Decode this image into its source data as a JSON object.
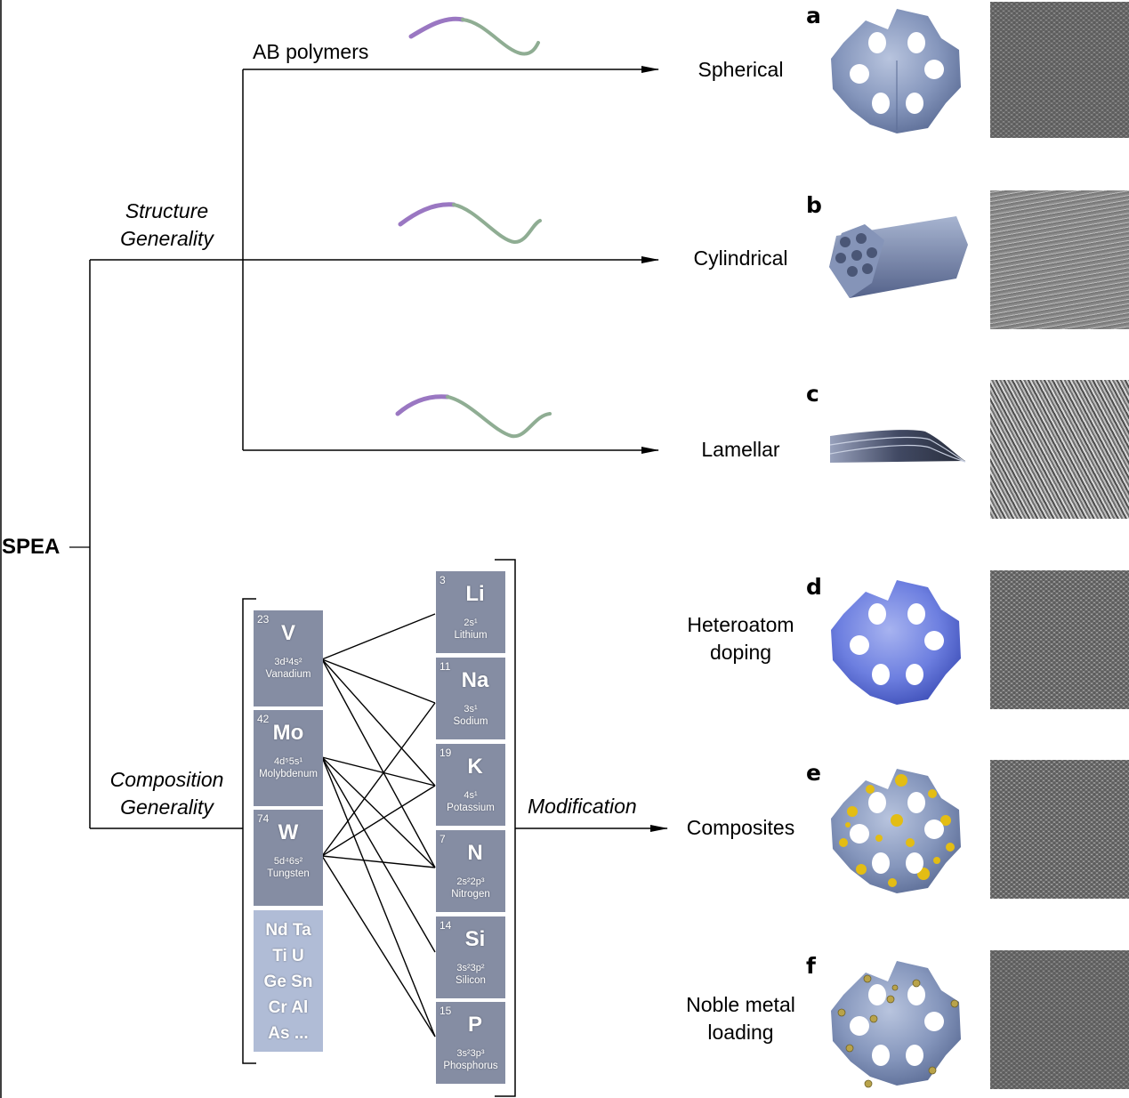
{
  "root": {
    "label": "SPEA"
  },
  "branches": {
    "structure": {
      "label_line1": "Structure",
      "label_line2": "Generality"
    },
    "composition": {
      "label_line1": "Composition",
      "label_line2": "Generality"
    }
  },
  "structure_branch": {
    "header": "AB polymers",
    "polymer_colors": {
      "block_a": "#9a77c2",
      "block_b": "#8fad93"
    },
    "outcomes": [
      {
        "panel": "a",
        "label": "Spherical"
      },
      {
        "panel": "b",
        "label": "Cylindrical"
      },
      {
        "panel": "c",
        "label": "Lamellar"
      }
    ]
  },
  "composition_branch": {
    "modification_label": "Modification",
    "left_elements": [
      {
        "number": "23",
        "symbol": "V",
        "config": "3d³4s²",
        "name": "Vanadium"
      },
      {
        "number": "42",
        "symbol": "Mo",
        "config": "4d⁵5s¹",
        "name": "Molybdenum"
      },
      {
        "number": "74",
        "symbol": "W",
        "config": "5d⁴6s²",
        "name": "Tungsten"
      }
    ],
    "other_elements": [
      "Nd Ta",
      "Ti U",
      "Ge Sn",
      "Cr Al",
      "As ..."
    ],
    "right_elements": [
      {
        "number": "3",
        "symbol": "Li",
        "config": "2s¹",
        "name": "Lithium"
      },
      {
        "number": "11",
        "symbol": "Na",
        "config": "3s¹",
        "name": "Sodium"
      },
      {
        "number": "19",
        "symbol": "K",
        "config": "4s¹",
        "name": "Potassium"
      },
      {
        "number": "7",
        "symbol": "N",
        "config": "2s²2p³",
        "name": "Nitrogen"
      },
      {
        "number": "14",
        "symbol": "Si",
        "config": "3s²3p²",
        "name": "Silicon"
      },
      {
        "number": "15",
        "symbol": "P",
        "config": "3s²3p³",
        "name": "Phosphorus"
      }
    ],
    "connections": [
      [
        "V",
        "Li"
      ],
      [
        "V",
        "Na"
      ],
      [
        "V",
        "K"
      ],
      [
        "V",
        "N"
      ],
      [
        "Mo",
        "K"
      ],
      [
        "Mo",
        "N"
      ],
      [
        "Mo",
        "Si"
      ],
      [
        "Mo",
        "P"
      ],
      [
        "W",
        "Na"
      ],
      [
        "W",
        "K"
      ],
      [
        "W",
        "N"
      ],
      [
        "W",
        "P"
      ]
    ],
    "outcomes": [
      {
        "panel": "d",
        "label_line1": "Heteroatom",
        "label_line2": "doping"
      },
      {
        "panel": "e",
        "label_line1": "Composites",
        "label_line2": ""
      },
      {
        "panel": "f",
        "label_line1": "Noble metal",
        "label_line2": "loading"
      }
    ]
  },
  "colors": {
    "tile": "#858da3",
    "tile_misc": "#b0bcd6",
    "framework": "#7f92b8",
    "framework_doped": "#5d6fd6",
    "composite_spots": "#e3bd14",
    "noble_metal": "#b9a34a"
  }
}
